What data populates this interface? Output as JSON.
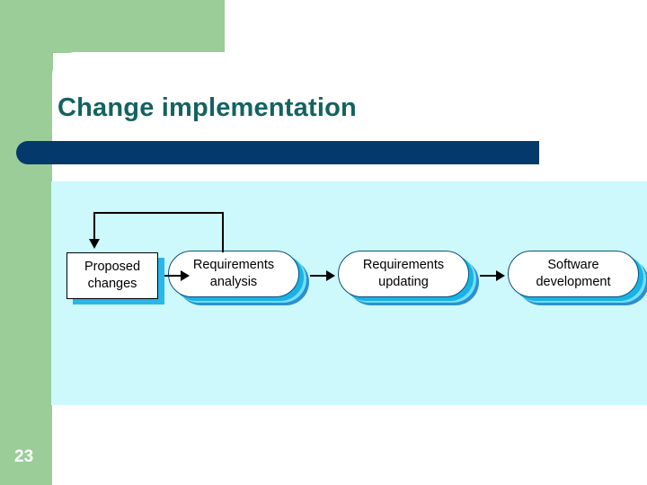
{
  "slide": {
    "title": "Change implementation",
    "page_number": "23",
    "colors": {
      "green_band": "#9acd98",
      "title_text": "#146262",
      "title_bar": "#033a6b",
      "diagram_background": "#cdf9fd",
      "node_shadow": "#18b3e6"
    }
  },
  "diagram": {
    "type": "flowchart",
    "orientation": "left-to-right",
    "nodes": [
      {
        "id": "proposed-changes",
        "shape": "rectangle",
        "lines": [
          "Proposed",
          "changes"
        ]
      },
      {
        "id": "requirements-analysis",
        "shape": "rounded",
        "lines": [
          "Requirements",
          "analysis"
        ]
      },
      {
        "id": "requirements-updating",
        "shape": "rounded",
        "lines": [
          "Requirements",
          "updating"
        ]
      },
      {
        "id": "software-development",
        "shape": "rounded",
        "lines": [
          "Software",
          "development"
        ]
      }
    ],
    "edges": [
      {
        "from": "proposed-changes",
        "to": "requirements-analysis",
        "style": "arrow"
      },
      {
        "from": "requirements-analysis",
        "to": "requirements-updating",
        "style": "arrow"
      },
      {
        "from": "requirements-updating",
        "to": "software-development",
        "style": "arrow"
      },
      {
        "from": "requirements-analysis",
        "to": "proposed-changes",
        "style": "feedback-loop-arrow"
      }
    ]
  }
}
